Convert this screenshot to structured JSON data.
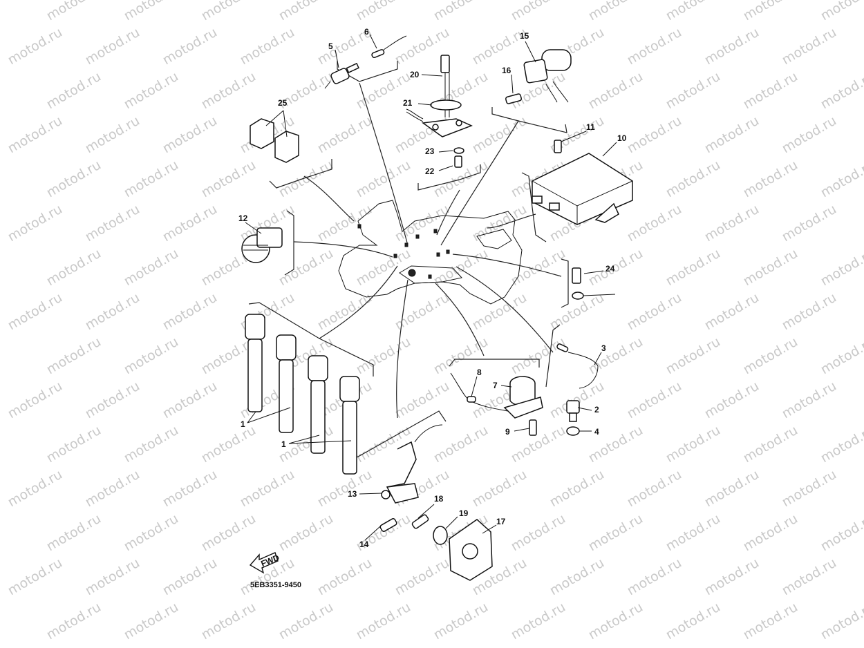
{
  "watermark": {
    "text": "motod.ru"
  },
  "diagram": {
    "code": "5EB3351-9450",
    "fwd_label": "FWD",
    "callouts": [
      "1",
      "1",
      "2",
      "3",
      "4",
      "5",
      "6",
      "7",
      "8",
      "9",
      "10",
      "11",
      "12",
      "13",
      "14",
      "15",
      "16",
      "17",
      "18",
      "19",
      "20",
      "21",
      "22",
      "23",
      "24",
      "25"
    ]
  }
}
